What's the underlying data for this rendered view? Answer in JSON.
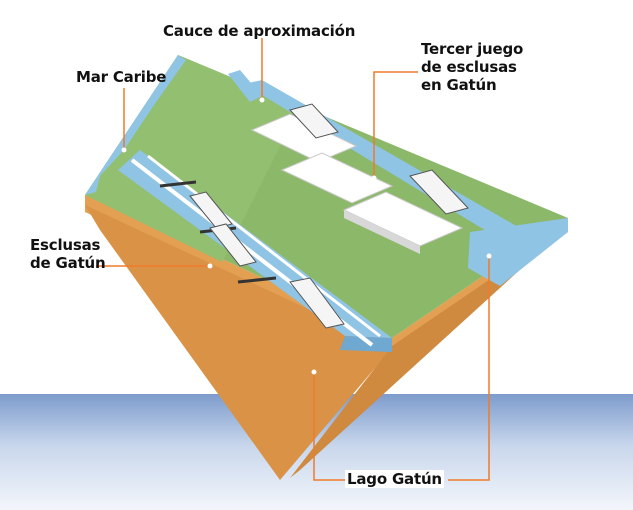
{
  "labels": {
    "cauce": "Cauce de aproximación",
    "mar_caribe": "Mar Caribe",
    "tercer_line1": "Tercer juego",
    "tercer_line2": "de esclusas",
    "tercer_line3": "en Gatún",
    "esclusas_line1": "Esclusas",
    "esclusas_line2": "de Gatún",
    "lago": "Lago Gatún"
  },
  "colors": {
    "land": "#8cb86a",
    "water": "#8fc4e4",
    "earth": "#e3a052",
    "leader": "#f07a2a",
    "lake": "#b9cce6",
    "ground": "#ffffff"
  }
}
